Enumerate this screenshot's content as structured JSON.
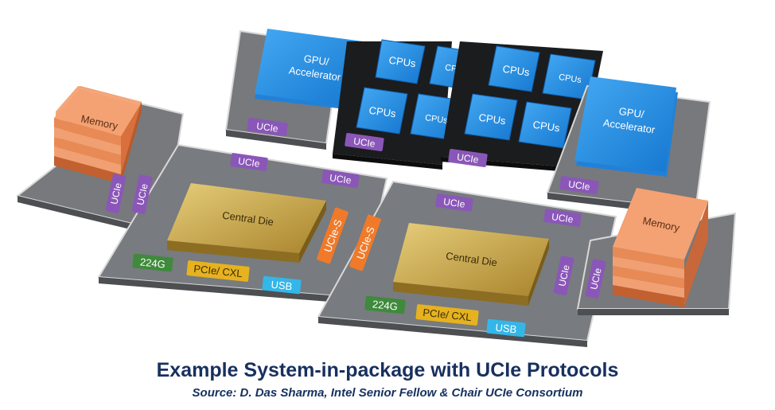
{
  "diagram": {
    "gpu_label_1": "GPU/",
    "gpu_label_2": "Accelerator",
    "cpus": "CPUs",
    "ucie": "UCIe",
    "ucie_s": "UCIe-S",
    "memory": "Memory",
    "central_die": "Central Die",
    "io_224g": "224G",
    "io_pcie_cxl": "PCIe/ CXL",
    "io_usb": "USB"
  },
  "caption": {
    "title": "Example System-in-package with UCIe Protocols",
    "source": "Source:  D. Das Sharma, Intel Senior Fellow & Chair UCIe Consortium"
  },
  "colors": {
    "substrate": "#777a7e",
    "cpu_substrate": "#1b1c1e",
    "blue_die": "#1f8fe6",
    "ucie_purple": "#8a57b8",
    "ucie_s_orange": "#f07a2a",
    "memory_orange": "#f3935d",
    "central_die_gold": "#c9a64a",
    "io_green": "#3f8a3c",
    "io_yellow": "#e6b21e",
    "io_cyan": "#34b6e8",
    "caption_navy": "#17305f"
  }
}
